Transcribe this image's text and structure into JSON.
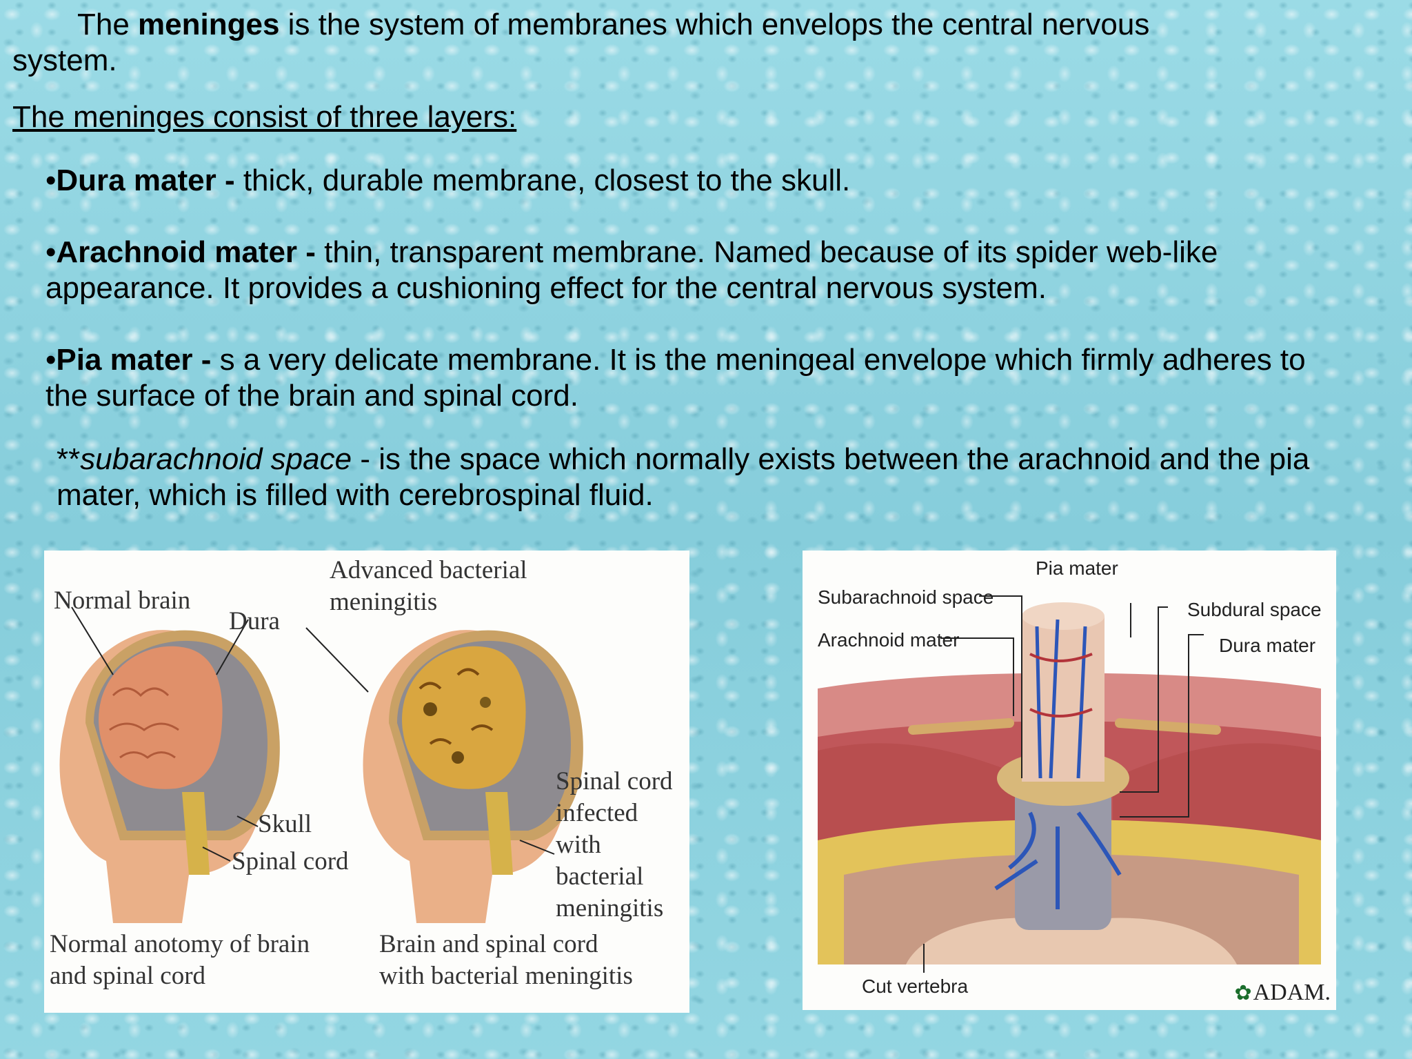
{
  "intro": {
    "pre": "The ",
    "term": "meninges",
    "post": " is the system of membranes which envelops the central nervous system."
  },
  "layers_heading": "The meninges consist of three layers:",
  "layers": [
    {
      "bullet": "•",
      "name": "Dura mater - ",
      "desc": "thick, durable membrane, closest to the skull."
    },
    {
      "bullet": "•",
      "name": "Arachnoid mater - ",
      "desc": "thin, transparent membrane. Named because of its spider web-like appearance. It provides a cushioning effect for the central nervous system."
    },
    {
      "bullet": "•",
      "name": "Pia mater - ",
      "desc": "s a very delicate membrane. It is the meningeal envelope which firmly adheres to the surface of the brain and spinal cord."
    }
  ],
  "subarachnoid_note": {
    "prefix": "**",
    "term": "subarachnoid space",
    "desc": " - is the space which normally exists between the arachnoid and the pia mater, which is filled with cerebrospinal fluid."
  },
  "figure_left": {
    "labels": {
      "normal_brain": "Normal brain",
      "dura": "Dura",
      "advanced": "Advanced bacterial\nmeningitis",
      "skull": "Skull",
      "spinal_cord": "Spinal cord",
      "infected": "Spinal cord\ninfected with\nbacterial\nmeningitis",
      "caption_normal": "Normal anotomy of brain\nand spinal cord",
      "caption_infected": "Brain and spinal cord\nwith bacterial meningitis"
    }
  },
  "figure_right": {
    "labels": {
      "pia_mater": "Pia mater",
      "subarachnoid_space": "Subarachnoid space",
      "subdural_space": "Subdural space",
      "dura_mater": "Dura mater",
      "arachnoid_mater": "Arachnoid mater",
      "cut_vertebra": "Cut vertebra"
    },
    "credit": "ADAM."
  }
}
